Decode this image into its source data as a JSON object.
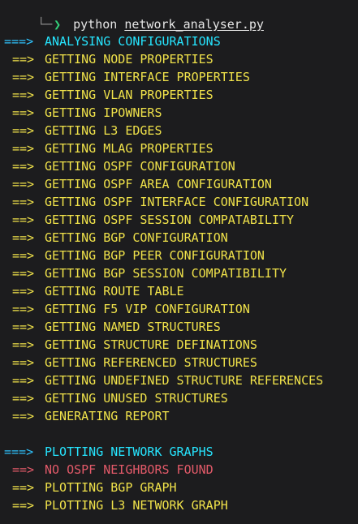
{
  "prompt": {
    "tree_glyph": "└─",
    "chevron": "❯",
    "command": "python",
    "argument": "network_analyser.py"
  },
  "analysis": {
    "arrow": "===>",
    "title": "ANALYSING CONFIGURATIONS",
    "sub_arrow": "==>",
    "steps": [
      "GETTING NODE PROPERTIES",
      "GETTING INTERFACE PROPERTIES",
      "GETTING VLAN PROPERTIES",
      "GETTING IPOWNERS",
      "GETTING L3 EDGES",
      "GETTING MLAG PROPERTIES",
      "GETTING OSPF CONFIGURATION",
      "GETTING OSPF AREA CONFIGURATION",
      "GETTING OSPF INTERFACE CONFIGURATION",
      "GETTING OSPF SESSION COMPATABILITY",
      "GETTING BGP CONFIGURATION",
      "GETTING BGP PEER CONFIGURATION",
      "GETTING BGP SESSION COMPATIBILITY",
      "GETTING ROUTE TABLE",
      "GETTING F5 VIP CONFIGURATION",
      "GETTING NAMED STRUCTURES",
      "GETTING STRUCTURE DEFINATIONS",
      "GETTING REFERENCED STRUCTURES",
      "GETTING UNDEFINED STRUCTURE REFERENCES",
      "GETTING UNUSED STRUCTURES",
      "GENERATING REPORT"
    ]
  },
  "plotting": {
    "arrow": "===>",
    "title": "PLOTTING NETWORK GRAPHS",
    "error_arrow": "==>",
    "error": "NO OSPF NEIGHBORS FOUND",
    "sub_arrow": "==>",
    "steps": [
      "PLOTTING BGP GRAPH",
      "PLOTTING L3 NETWORK GRAPH"
    ]
  },
  "colors": {
    "background": "#1c1c1e",
    "header": "#26e5ff",
    "item": "#f0e24a",
    "error": "#e35a69",
    "prompt_chevron": "#33d17a"
  }
}
